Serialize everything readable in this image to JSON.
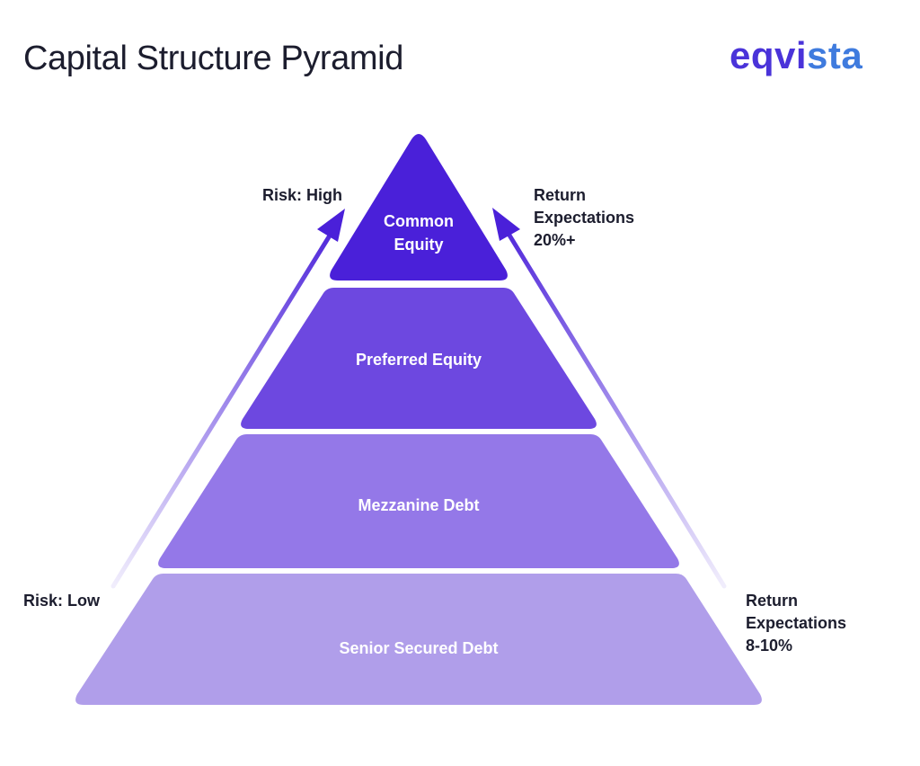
{
  "header": {
    "title": "Capital Structure Pyramid",
    "logo_part1": "eqvi",
    "logo_part2": "sta"
  },
  "pyramid": {
    "tiers": [
      {
        "line1": "Common",
        "line2": "Equity",
        "color": "#4a20d9"
      },
      {
        "line1": "Preferred Equity",
        "line2": "",
        "color": "#6d48e0"
      },
      {
        "line1": "Mezzanine Debt",
        "line2": "",
        "color": "#9478e8"
      },
      {
        "line1": "Senior Secured Debt",
        "line2": "",
        "color": "#b09eea"
      }
    ]
  },
  "risk": {
    "high": "Risk: High",
    "low": "Risk: Low"
  },
  "returns": {
    "top_line1": "Return",
    "top_line2": "Expectations",
    "top_value": "20%+",
    "bottom_line1": "Return",
    "bottom_line2": "Expectations",
    "bottom_value": "8-10%"
  },
  "colors": {
    "arrow": "#4a20d9",
    "text": "#1c1d2e"
  }
}
